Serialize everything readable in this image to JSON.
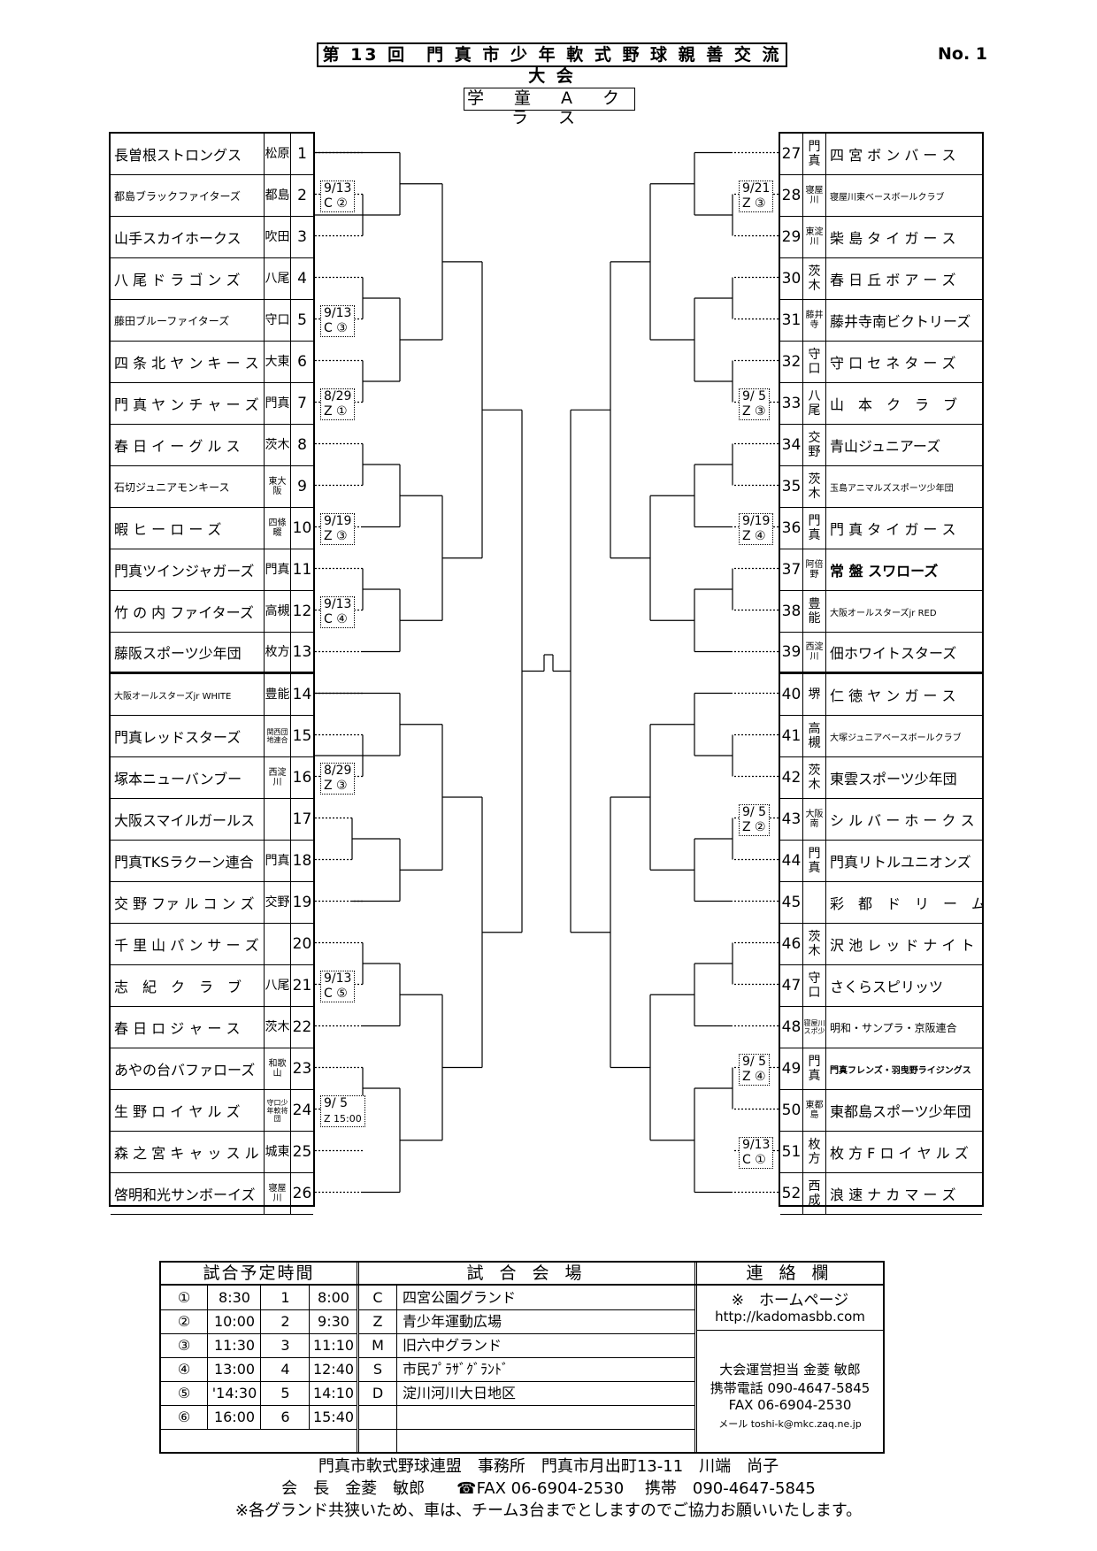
{
  "title": "第 13 回　門 真 市 少 年 軟 式 野 球 親 善 交 流 大 会",
  "doc_no": "No. 1",
  "class_name": "学 童 A ク ラ ス",
  "left_teams": [
    {
      "name": "長曽根ストロングス",
      "assoc": "松原",
      "no": "1"
    },
    {
      "name": "都島ブラックファイターズ",
      "assoc": "都島",
      "no": "2",
      "size": "small"
    },
    {
      "name": "山手スカイホークス",
      "assoc": "吹田",
      "no": "3"
    },
    {
      "name": "八 尾 ド ラ ゴ ン ズ",
      "assoc": "八尾",
      "no": "4"
    },
    {
      "name": "藤田ブルーファイターズ",
      "assoc": "守口",
      "no": "5",
      "size": "small"
    },
    {
      "name": "四 条 北 ヤ ン キ ー ス",
      "assoc": "大東",
      "no": "6"
    },
    {
      "name": "門 真 ヤ ン チ ャ ー ズ",
      "assoc": "門真",
      "no": "7"
    },
    {
      "name": "春 日 イ ー グ ル ス",
      "assoc": "茨木",
      "no": "8"
    },
    {
      "name": "石切ジュニアモンキース",
      "assoc": "東大阪",
      "no": "9",
      "size": "small"
    },
    {
      "name": "暇 ヒ ー ロ ー ズ",
      "assoc": "四條畷",
      "no": "10"
    },
    {
      "name": "門真ツインジャガーズ",
      "assoc": "門真",
      "no": "11"
    },
    {
      "name": "竹 の 内 ファイターズ",
      "assoc": "高槻",
      "no": "12"
    },
    {
      "name": "藤阪スポーツ少年団",
      "assoc": "枚方",
      "no": "13"
    },
    {
      "name": "大阪オールスターズjr WHITE",
      "assoc": "豊能",
      "no": "14",
      "size": "tiny"
    },
    {
      "name": "門真レッドスターズ",
      "assoc": "関西団地連合",
      "no": "15"
    },
    {
      "name": "塚本ニューバンブー",
      "assoc": "西淀川",
      "no": "16"
    },
    {
      "name": "大阪スマイルガールス",
      "assoc": "",
      "no": "17"
    },
    {
      "name": "門真TKSラクーン連合",
      "assoc": "門真",
      "no": "18"
    },
    {
      "name": "交 野 ファ ル コ ン ズ",
      "assoc": "交野",
      "no": "19"
    },
    {
      "name": "千 里 山 パ ン サ ー ズ",
      "assoc": "",
      "no": "20"
    },
    {
      "name": "志　紀　ク　ラ　ブ",
      "assoc": "八尾",
      "no": "21"
    },
    {
      "name": "春 日 ロ ジ ャ ー ス",
      "assoc": "茨木",
      "no": "22"
    },
    {
      "name": "あやの台バファローズ",
      "assoc": "和歌山",
      "no": "23"
    },
    {
      "name": "生 野 ロ イ ヤ ル ズ",
      "assoc": "守口少年軟将団",
      "no": "24"
    },
    {
      "name": "森 之 宮 キ ャ ッ ス ル",
      "assoc": "城東",
      "no": "25"
    },
    {
      "name": "啓明和光サンボーイズ",
      "assoc": "寝屋川",
      "no": "26"
    }
  ],
  "right_teams": [
    {
      "name": "四 宮 ボ ン バ ー ス",
      "assoc": "門真",
      "no": "27"
    },
    {
      "name": "寝屋川東ベースボールクラブ",
      "assoc": "寝屋川",
      "no": "28",
      "size": "tiny"
    },
    {
      "name": "柴 島 タ イ ガ ー ス",
      "assoc": "東淀川",
      "no": "29"
    },
    {
      "name": "春 日 丘 ボ ア ー ズ",
      "assoc": "茨木",
      "no": "30"
    },
    {
      "name": "藤井寺南ビクトリーズ",
      "assoc": "藤井寺",
      "no": "31"
    },
    {
      "name": "守 口 セ ネ タ ー ズ",
      "assoc": "守口",
      "no": "32"
    },
    {
      "name": "山　本　ク　ラ　ブ",
      "assoc": "八尾",
      "no": "33"
    },
    {
      "name": "青山ジュニアーズ",
      "assoc": "交野",
      "no": "34"
    },
    {
      "name": "玉島アニマルズスポーツ少年団",
      "assoc": "茨木",
      "no": "35",
      "size": "tiny"
    },
    {
      "name": "門 真 タ イ ガ ー ス",
      "assoc": "門真",
      "no": "36"
    },
    {
      "name": "常 盤 スワローズ",
      "assoc": "阿倍野",
      "no": "37",
      "bold": true
    },
    {
      "name": "大阪オールスターズjr RED",
      "assoc": "豊能",
      "no": "38",
      "size": "tiny"
    },
    {
      "name": "佃ホワイトスターズ",
      "assoc": "西淀川",
      "no": "39"
    },
    {
      "name": "仁 徳 ヤ ン ガ ー ス",
      "assoc": "堺",
      "no": "40"
    },
    {
      "name": "大塚ジュニアベースボールクラブ",
      "assoc": "高槻",
      "no": "41",
      "size": "tiny"
    },
    {
      "name": "東雲スポーツ少年団",
      "assoc": "茨木",
      "no": "42"
    },
    {
      "name": "シ ル バ ー ホ ー ク ス",
      "assoc": "大阪南",
      "no": "43"
    },
    {
      "name": "門真リトルユニオンズ",
      "assoc": "門真",
      "no": "44"
    },
    {
      "name": "彩　都　ド　リ　ー　ム　ス",
      "assoc": "",
      "no": "45"
    },
    {
      "name": "沢 池 レ ッ ド ナ イ ト",
      "assoc": "茨木",
      "no": "46"
    },
    {
      "name": "さくらスピリッツ",
      "assoc": "守口",
      "no": "47"
    },
    {
      "name": "明和・サンプラ・京阪連合",
      "assoc": "寝屋川スポ少",
      "no": "48",
      "size": "small"
    },
    {
      "name": "門真フレンズ・羽曳野ライジングス",
      "assoc": "門真",
      "no": "49",
      "size": "tiny",
      "bold": true
    },
    {
      "name": "東都島スポーツ少年団",
      "assoc": "東都島",
      "no": "50"
    },
    {
      "name": "枚 方 F ロ イ ヤ ル ズ",
      "assoc": "枚方",
      "no": "51"
    },
    {
      "name": "浪 速 ナ カ マ ー ズ",
      "assoc": "西成",
      "no": "52"
    }
  ],
  "match_labels": [
    {
      "date": "9/13",
      "code": "C ②"
    },
    {
      "date": "9/13",
      "code": "C ③"
    },
    {
      "date": "8/29",
      "code": "Z ①"
    },
    {
      "date": "9/19",
      "code": "Z ③"
    },
    {
      "date": "9/13",
      "code": "C ④"
    },
    {
      "date": "8/29",
      "code": "Z ③"
    },
    {
      "date": "9/13",
      "code": "C ⑤"
    },
    {
      "date": "9/ 5",
      "code": "Z 15:00"
    },
    {
      "date": "9/21",
      "code": "Z ③"
    },
    {
      "date": "9/ 5",
      "code": "Z ③"
    },
    {
      "date": "9/19",
      "code": "Z ④"
    },
    {
      "date": "9/ 5",
      "code": "Z ②"
    },
    {
      "date": "9/ 5",
      "code": "Z ④"
    },
    {
      "date": "9/13",
      "code": "C ①"
    }
  ],
  "schedule": {
    "header": "試合予定時間",
    "rows": [
      {
        "mark": "①",
        "time": "8:30",
        "n": "1",
        "time2": "8:00"
      },
      {
        "mark": "②",
        "time": "10:00",
        "n": "2",
        "time2": "9:30"
      },
      {
        "mark": "③",
        "time": "11:30",
        "n": "3",
        "time2": "11:10"
      },
      {
        "mark": "④",
        "time": "13:00",
        "n": "4",
        "time2": "12:40"
      },
      {
        "mark": "⑤",
        "time": "'14:30",
        "n": "5",
        "time2": "14:10"
      },
      {
        "mark": "⑥",
        "time": "16:00",
        "n": "6",
        "time2": "15:40"
      }
    ]
  },
  "venues": {
    "header": "試 合 会 場",
    "rows": [
      {
        "code": "C",
        "name": "四宮公園グランド"
      },
      {
        "code": "Z",
        "name": "青少年運動広場"
      },
      {
        "code": "M",
        "name": "旧六中グランド"
      },
      {
        "code": "S",
        "name": "市民ﾌﾟﾗｻﾞｸﾞﾗﾝﾄﾞ"
      },
      {
        "code": "D",
        "name": "淀川河川大日地区"
      }
    ]
  },
  "contact": {
    "header": "連 絡 欄",
    "homepage_label": "※　ホームページ",
    "url": "http://kadomasbb.com",
    "manager": "大会運営担当 金菱 敏郎",
    "mobile": "携帯電話 090-4647-5845",
    "fax": "FAX 06-6904-2530",
    "mail": "メール toshi-k@mkc.zaq.ne.jp"
  },
  "footer": {
    "line1": "門真市軟式野球連盟　事務所　門真市月出町13-11　川端　尚子",
    "line2": "会　長　金菱　敏郎　　☎FAX 06-6904-2530　 携帯　090-4647-5845",
    "line3": "※各グランド共狭いため、車は、チーム3台までとしますのでご協力お願いいたします。"
  }
}
